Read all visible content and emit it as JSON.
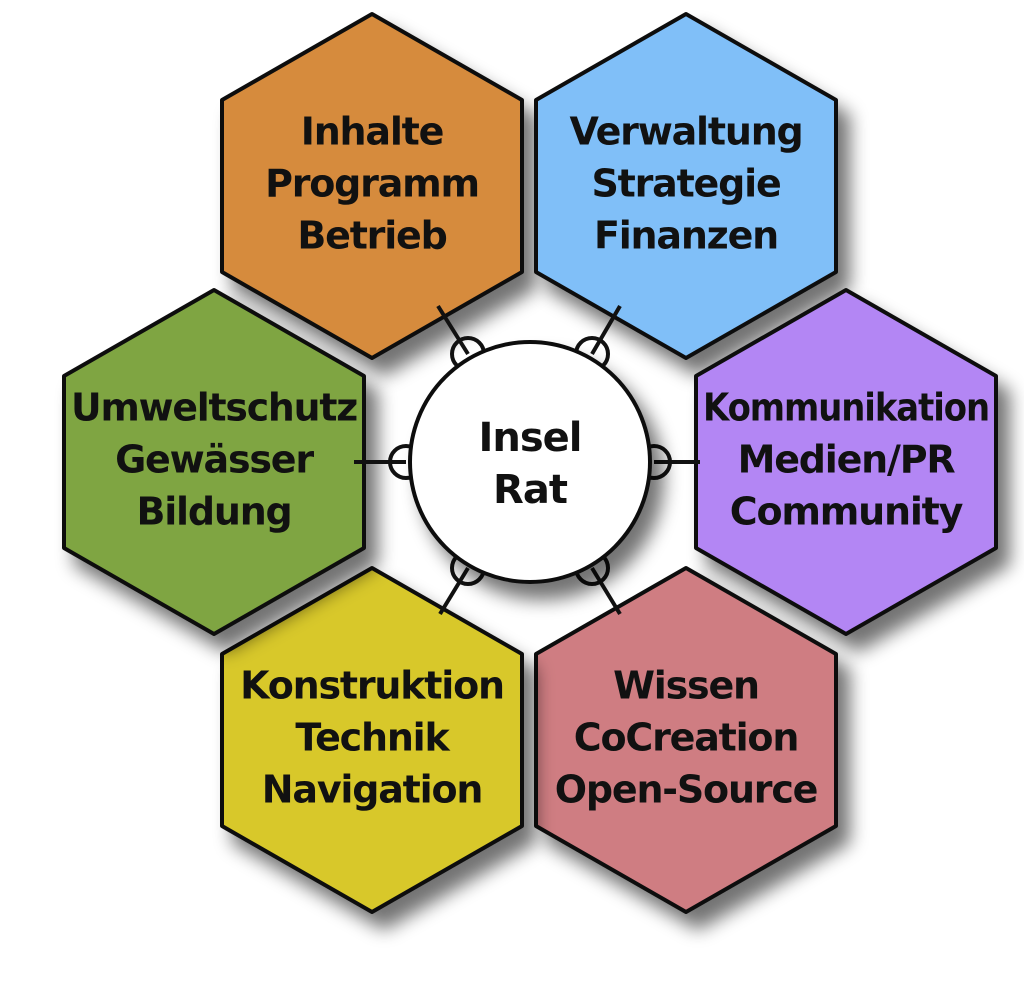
{
  "center": {
    "lines": [
      "Insel",
      "Rat"
    ]
  },
  "hexagons": [
    {
      "id": "inhalte",
      "color": "#d68b3c",
      "lines": [
        "Inhalte",
        "Programm",
        "Betrieb"
      ]
    },
    {
      "id": "verwaltung",
      "color": "#80bff8",
      "lines": [
        "Verwaltung",
        "Strategie",
        "Finanzen"
      ]
    },
    {
      "id": "kommunikation",
      "color": "#b386f4",
      "lines": [
        "Kommunikation",
        "Medien/PR",
        "Community"
      ]
    },
    {
      "id": "wissen",
      "color": "#cf7d82",
      "lines": [
        "Wissen",
        "CoCreation",
        "Open-Source"
      ]
    },
    {
      "id": "konstruktion",
      "color": "#d8c82c",
      "lines": [
        "Konstruktion",
        "Technik",
        "Navigation"
      ]
    },
    {
      "id": "umweltschutz",
      "color": "#7fa543",
      "lines": [
        "Umweltschutz",
        "Gewässer",
        "Bildung"
      ]
    }
  ]
}
